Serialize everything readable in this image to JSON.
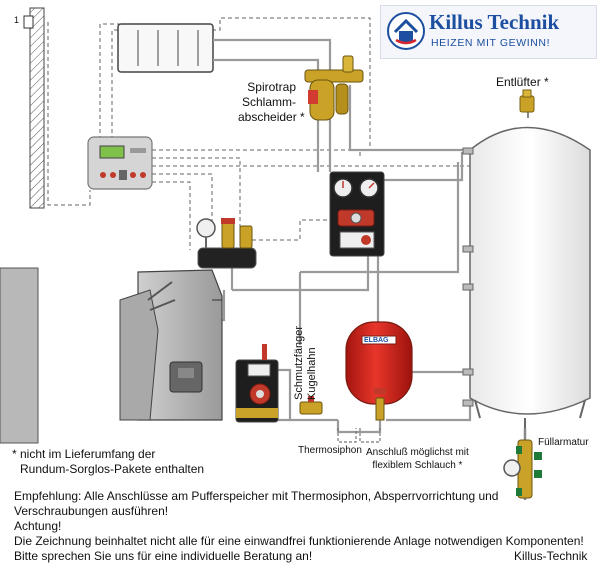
{
  "logo": {
    "title": "Killus Technik",
    "subtitle": "HEIZEN MIT GEWINN!",
    "colors": {
      "primary": "#1d4fa0",
      "accent": "#d4262c"
    }
  },
  "labels": {
    "room_sensor_number": "1",
    "sludge_separator": [
      "Spirotrap",
      "Schlamm-",
      "abscheider *"
    ],
    "air_vent": "Entlüfter *",
    "dirt_trap": "Schmutzfänger",
    "ball_valve": "Kugelhahn",
    "thermosiphon": "Thermosiphon",
    "flex_hose": [
      "Anschluß möglichst mit",
      "flexiblem Schlauch *"
    ],
    "filling_fitting": "Füllarmatur",
    "vessel_brand": "ELBAG"
  },
  "notes": {
    "not_included": [
      "* nicht im Lieferumfang der",
      "Rundum-Sorglos-Pakete enthalten"
    ],
    "recommendation": [
      "Empfehlung: Alle Anschlüsse am Pufferspeicher mit Thermosiphon, Absperrvorrichtung und",
      "Verschraubungen ausführen!"
    ],
    "attention_title": "Achtung!",
    "attention_text": [
      "Die Zeichnung beinhaltet nicht alle für eine einwandfrei funktionierende Anlage notwendigen Komponenten!",
      "Bitte sprechen Sie uns für eine individuelle Beratung an!"
    ],
    "signature": "Killus-Technik"
  },
  "colors": {
    "pipe": "#8a8a8a",
    "pump_red": "#c0392b",
    "vessel_red": "#d8241c",
    "brass": "#c9a227"
  }
}
